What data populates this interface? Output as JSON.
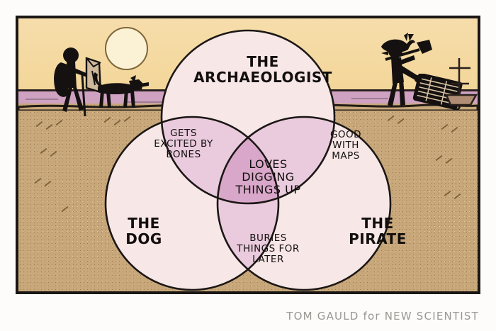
{
  "cartoon": {
    "title_text": "THE\nARCHAEOLOGIST",
    "credit": "TOM GAULD for NEW SCIENTIST"
  },
  "venn": {
    "type": "venn-diagram",
    "sets": [
      {
        "id": "archaeologist",
        "label": "THE\nARCHAEOLOGIST",
        "position": "top"
      },
      {
        "id": "dog",
        "label": "THE\nDOG",
        "position": "bottom-left"
      },
      {
        "id": "pirate",
        "label": "THE\nPIRATE",
        "position": "bottom-right"
      }
    ],
    "intersections": [
      {
        "id": "archaeologist-dog",
        "label": "GETS\nEXCITED BY\nBONES",
        "sets": [
          "archaeologist",
          "dog"
        ]
      },
      {
        "id": "archaeologist-pirate",
        "label": "GOOD\nWITH\nMAPS",
        "sets": [
          "archaeologist",
          "pirate"
        ]
      },
      {
        "id": "dog-pirate",
        "label": "BURIES\nTHINGS FOR\nLATER",
        "sets": [
          "dog",
          "pirate"
        ]
      },
      {
        "id": "all-three",
        "label": "LOVES\nDIGGING\nTHINGS UP",
        "sets": [
          "archaeologist",
          "dog",
          "pirate"
        ]
      }
    ]
  },
  "scene": {
    "left_figure": "hiker-with-backpack-reading-map",
    "left_animal": "dog",
    "right_figure": "pirate-with-shovel-and-treasure-chest",
    "background_objects": [
      "sun",
      "sea",
      "sand",
      "sailing-ship"
    ]
  },
  "colors": {
    "sky": "#f3d79a",
    "sun": "#fbf2d6",
    "sea": "#cfa2c2",
    "sand": "#c8a87a",
    "circle_fill": "#f8e7e7",
    "overlap_two": "#ebccdd",
    "overlap_three": "#dcaacd",
    "ink": "#1b1715",
    "credit_grey": "#9a9793",
    "page": "#fdfcfa"
  }
}
